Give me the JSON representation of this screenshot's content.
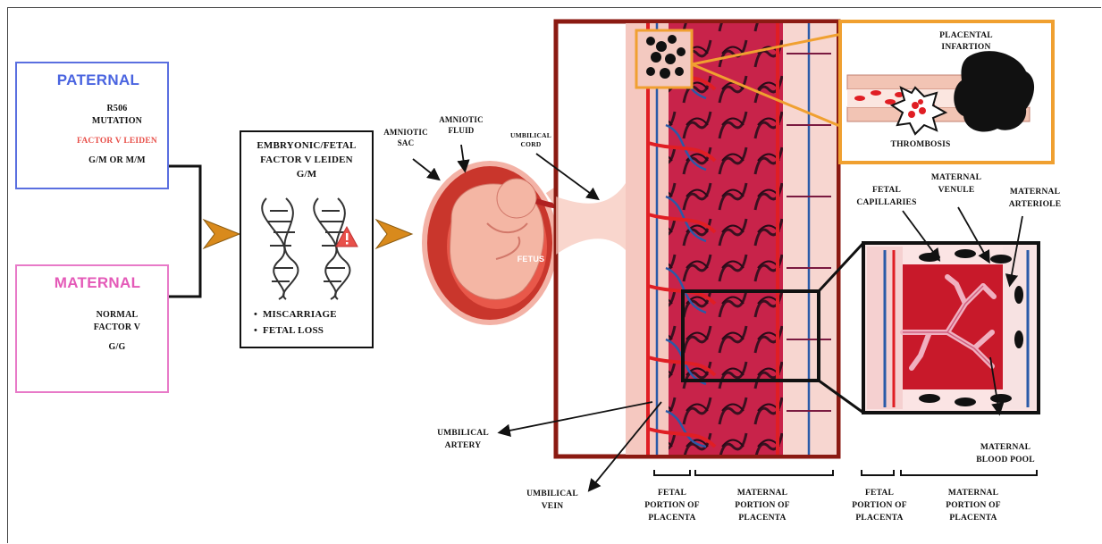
{
  "paternal": {
    "title": "PATERNAL",
    "mutation_line1": "R506",
    "mutation_line2": "MUTATION",
    "factor": "FACTOR V LEIDEN",
    "genotype": "G/M OR M/M",
    "title_color": "#4a64e0",
    "border_color": "#5a6fe0",
    "factor_color": "#e8504a"
  },
  "maternal": {
    "title": "MATERNAL",
    "line1": "NORMAL",
    "line2": "FACTOR V",
    "genotype": "G/G",
    "title_color": "#e45ab8",
    "border_color": "#e87ac8"
  },
  "embryonic": {
    "line1": "EMBRYONIC/FETAL",
    "line2": "FACTOR V LEIDEN",
    "genotype": "G/M",
    "outcomes": [
      "MISCARRIAGE",
      "FETAL LOSS"
    ]
  },
  "labels": {
    "amniotic_sac": "AMNIOTIC\nSAC",
    "amniotic_fluid": "AMNIOTIC\nFLUID",
    "umbilical_cord": "UMBILICAL\nCORD",
    "fetus": "FETUS",
    "placental_infarction": "PLACENTAL\nINFARTION",
    "thrombosis": "THROMBOSIS",
    "fetal_capillaries": "FETAL\nCAPILLARIES",
    "maternal_venule": "MATERNAL\nVENULE",
    "maternal_arteriole": "MATERNAL\nARTERIOLE",
    "umbilical_artery": "UMBILICAL\nARTERY",
    "umbilical_vein": "UMBILICAL\nVEIN",
    "fetal_portion_1": "FETAL\nPORTION OF\nPLACENTA",
    "maternal_portion_1": "MATERNAL\nPORTION OF\nPLACENTA",
    "fetal_portion_2": "FETAL\nPORTION OF\nPLACENTA",
    "maternal_portion_2": "MATERNAL\nPORTION OF\nPLACENTA",
    "maternal_blood_pool": "MATERNAL\nBLOOD POOL"
  },
  "colors": {
    "placenta_border": "#8b1a12",
    "zoom_border": "#f0a030",
    "arrow_fill": "#d98a1c",
    "blood_red": "#e01e24",
    "vein_blue": "#2a5aa8",
    "fetus_pink": "#f4b0a0"
  }
}
